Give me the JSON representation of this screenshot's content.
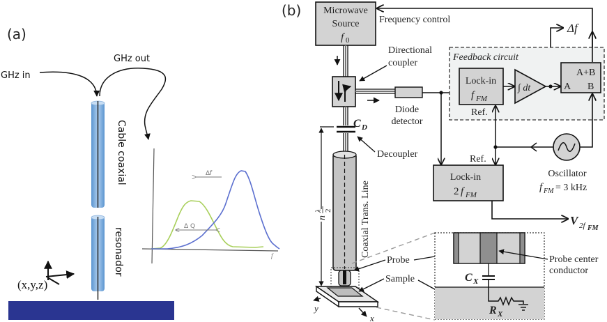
{
  "panel_a": {
    "label": "(a)",
    "ghz_in": "GHz in",
    "ghz_out": "GHz out",
    "cable_label": "Cable coaxial",
    "resonator_label": "resonador",
    "coords_label": "(x,y,z)",
    "graph": {
      "delta_f": "Δf",
      "delta_q": "Δ Q",
      "x_axis": "f",
      "colors": {
        "shifted_curve": "#a8cf5a",
        "original_curve": "#5b6fcf"
      }
    },
    "colors": {
      "coax": "#9cc2e8",
      "coax_dark": "#5b95d0",
      "sample_bar": "#2a3591"
    }
  },
  "panel_b": {
    "label": "(b)",
    "microwave_source": {
      "line1": "Microwave",
      "line2": "Source",
      "symbol": "f",
      "sub": "0"
    },
    "frequency_control": "Frequency control",
    "delta_f": "Δf",
    "directional_coupler": {
      "line1": "Directional",
      "line2": "coupler"
    },
    "diode_detector": {
      "line1": "Diode",
      "line2": "detector"
    },
    "feedback_circuit": "Feedback circuit",
    "lockin_fm": {
      "line1": "Lock-in",
      "symbol": "f",
      "sub": "FM"
    },
    "integrator": "∫ dt",
    "adder": {
      "sum": "A+B",
      "a": "A",
      "b": "B"
    },
    "ref1": "Ref.",
    "ref2": "Ref.",
    "cd": {
      "symbol": "C",
      "sub": "D"
    },
    "decoupler": "Decoupler",
    "lockin_2fm": {
      "line1": "Lock-in",
      "prefix": "2",
      "symbol": "f",
      "sub": "FM"
    },
    "oscillator": {
      "line1": "Oscillator",
      "symbol": "f",
      "sub": "FM",
      "value": "= 3 kHz"
    },
    "output": {
      "symbol": "V",
      "sub": "2f",
      "subsub": "FM"
    },
    "n_lambda": {
      "n": "n",
      "num": "λ",
      "den": "2"
    },
    "coax_line": "Coaxial Trans. Line",
    "probe": "Probe",
    "sample": "Sample",
    "probe_center": {
      "line1": "Probe center",
      "line2": "conductor"
    },
    "cx": {
      "symbol": "C",
      "sub": "X"
    },
    "rx": {
      "symbol": "R",
      "sub": "X"
    },
    "axis_x": "x",
    "axis_y": "y",
    "colors": {
      "box_fill": "#d3d3d3",
      "feedback_bg": "#f0f2f2",
      "dark_fill": "#8f8f8f"
    }
  }
}
